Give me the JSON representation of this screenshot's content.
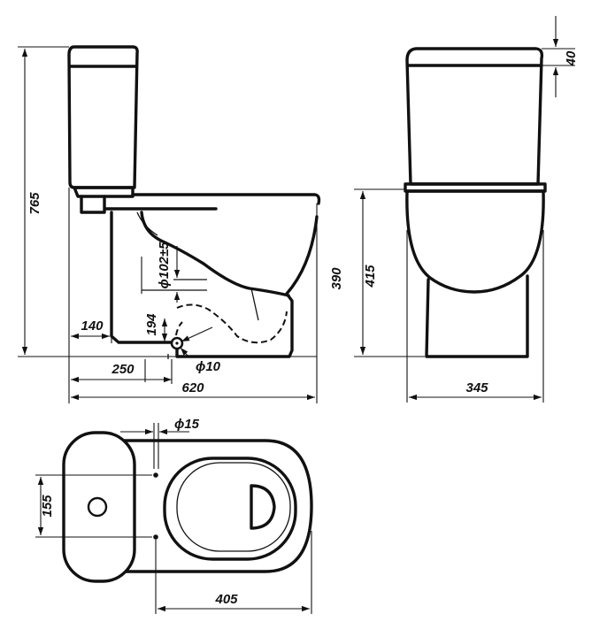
{
  "drawing": {
    "views": [
      "side-view",
      "front-view",
      "top-view"
    ],
    "dimensions": {
      "overall_height": "765",
      "cistern_lid_height": "40",
      "bowl_height_front": "415",
      "bowl_height_side": "390",
      "outlet_height": "194",
      "outlet_diameter_range": "ϕ102±5",
      "fixing_hole": "ϕ10",
      "rear_to_fixing": "140",
      "rear_to_outlet": "250",
      "overall_depth": "620",
      "overall_width": "345",
      "supply_pipe": "ϕ15",
      "fixing_spacing": "155",
      "fixing_to_front": "405"
    }
  }
}
